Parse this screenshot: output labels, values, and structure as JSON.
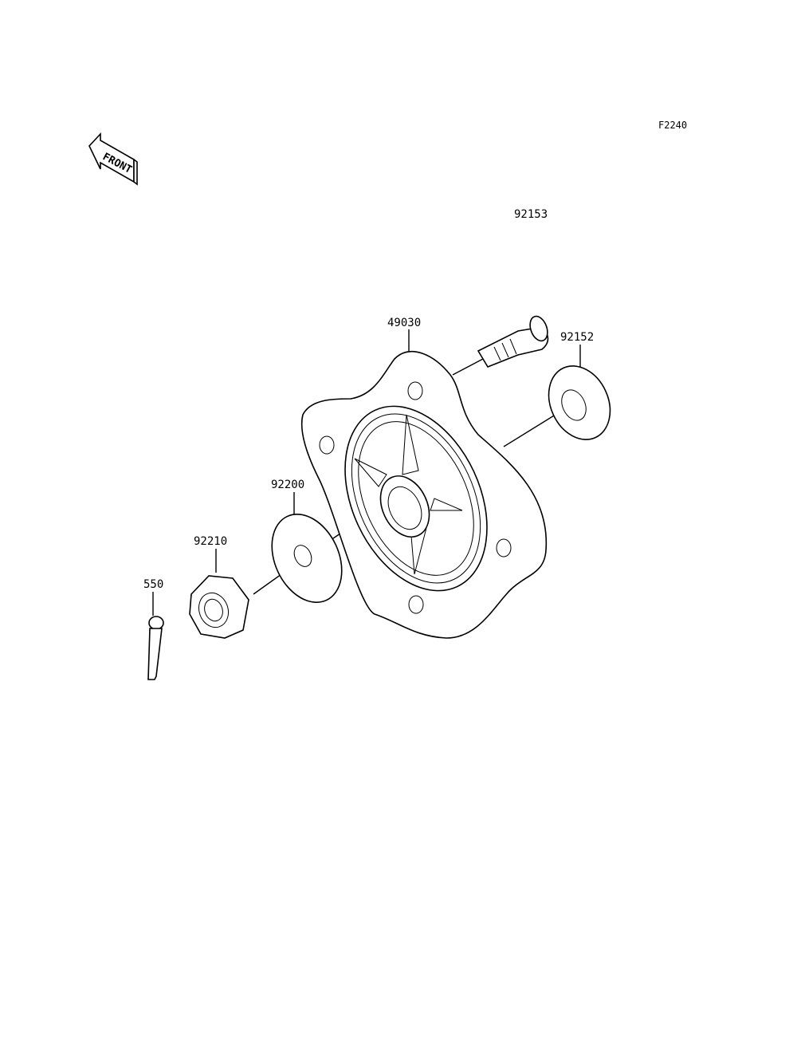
{
  "figure_code": "F2240",
  "front_label": "FRONT",
  "parts": [
    {
      "id": "92153",
      "label": "92153",
      "name": "stud-bolt"
    },
    {
      "id": "49030",
      "label": "49030",
      "name": "sprocket-hub"
    },
    {
      "id": "92152",
      "label": "92152",
      "name": "collar"
    },
    {
      "id": "92200",
      "label": "92200",
      "name": "washer"
    },
    {
      "id": "92210",
      "label": "92210",
      "name": "nut"
    },
    {
      "id": "550",
      "label": "550",
      "name": "cotter-pin"
    }
  ]
}
